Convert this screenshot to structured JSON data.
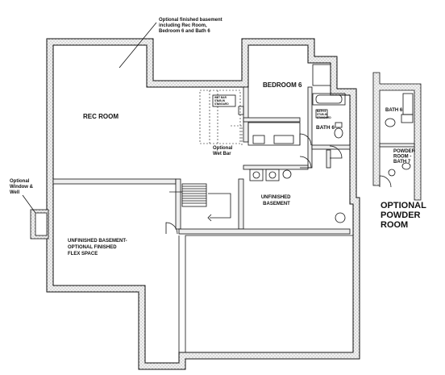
{
  "labels": {
    "optional_finished_basement": [
      "Optional finished basement",
      "including Rec Room,",
      "Bedroom 6 and Bath 6"
    ],
    "rec_room": "REC ROOM",
    "bedroom_6": "BEDROOM 6",
    "bath_6": "BATH 6",
    "optional_wet_bar": [
      "Optional",
      "Wet Bar"
    ],
    "unfinished_basement": [
      "UNFINISHED",
      "BASEMENT"
    ],
    "optional_window_well": [
      "Optional",
      "Window &",
      "Well"
    ],
    "flex_space": [
      "UNFINISHED BASEMENT-",
      "OPTIONAL FINISHED",
      "FLEX SPACE"
    ],
    "wet_bar_stub": [
      "WET BAR",
      "STUB-IN",
      "STANDARD"
    ],
    "bath_stub": [
      "BATH 6",
      "STUB-IN",
      "STANDARD"
    ]
  },
  "inset": {
    "bath_6": "BATH 6",
    "powder_room": [
      "POWDER",
      "ROOM -",
      "BATH 7"
    ],
    "title": [
      "OPTIONAL",
      "POWDER",
      "ROOM"
    ]
  }
}
